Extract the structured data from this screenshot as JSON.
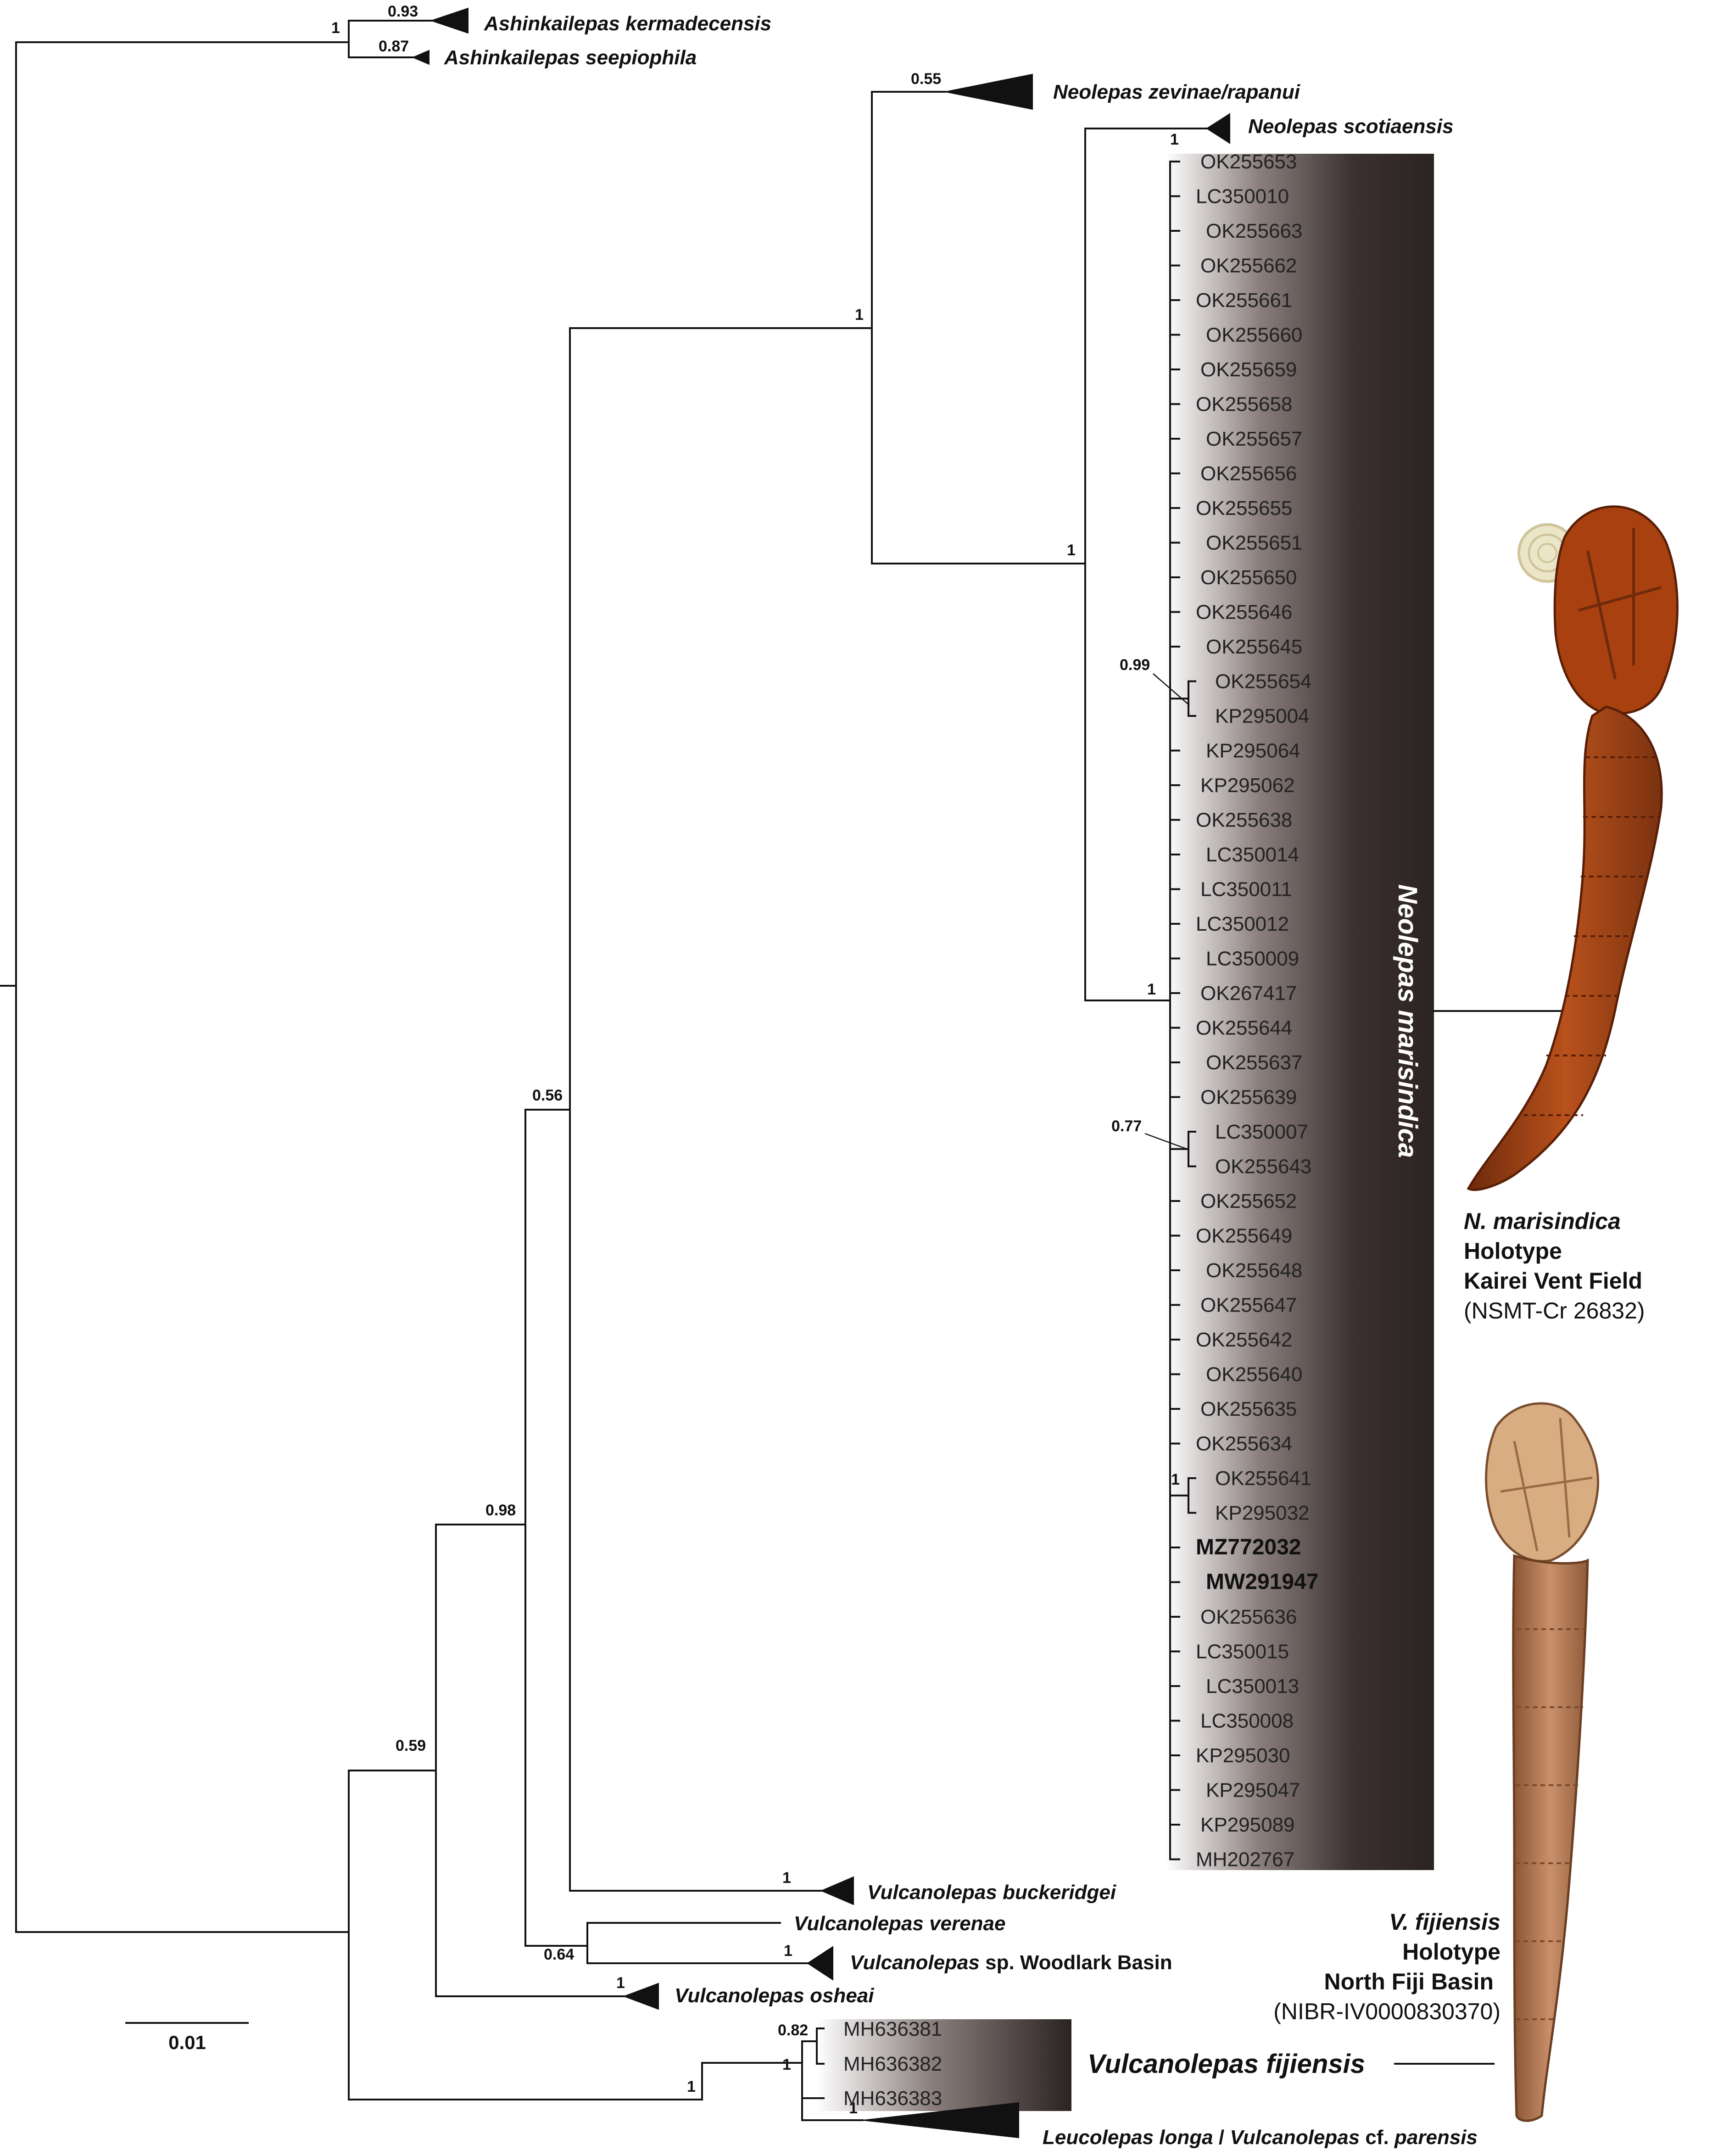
{
  "clades": {
    "kermadecensis": "Ashinkailepas kermadecensis",
    "seepiophila": "Ashinkailepas seepiophila",
    "zevinae": "Neolepas zevinae/rapanui",
    "scotiaensis": "Neolepas scotiaensis",
    "buckeridgei": "Vulcanolepas buckeridgei",
    "verenae": "Vulcanolepas verenae",
    "woodlark_italic": "Vulcanolepas",
    "woodlark_plain": " sp. Woodlark Basin",
    "osheai": "Vulcanolepas osheai",
    "leuco_1": "Leucolepas longa",
    "leuco_2": " / ",
    "leuco_3": "Vulcanolepas",
    "leuco_4": " cf. ",
    "leuco_5": "parensis"
  },
  "support": {
    "ashinkai_root": "1",
    "kermadecensis": "0.93",
    "seepiophila": "0.87",
    "zevinae": "0.55",
    "scotiaensis": "1",
    "neolepas_node": "1",
    "scot_marisindica": "1",
    "marisindica": "1",
    "n099": "0.99",
    "n077": "0.77",
    "n1_pair": "1",
    "n056": "0.56",
    "n098": "0.98",
    "n059": "0.59",
    "n064": "0.64",
    "buckeridgei": "1",
    "woodlark": "1",
    "osheai": "1",
    "fijiensis_node": "1",
    "fijiensis_inner": "1",
    "fijiensis_082": "0.82",
    "leuco": "1"
  },
  "marisindica_tips": [
    "OK255653",
    "LC350010",
    "OK255663",
    "OK255662",
    "OK255661",
    "OK255660",
    "OK255659",
    "OK255658",
    "OK255657",
    "OK255656",
    "OK255655",
    "OK255651",
    "OK255650",
    "OK255646",
    "OK255645",
    "OK255654",
    "KP295004",
    "KP295064",
    "KP295062",
    "OK255638",
    "LC350014",
    "LC350011",
    "LC350012",
    "LC350009",
    "OK267417",
    "OK255644",
    "OK255637",
    "OK255639",
    "LC350007",
    "OK255643",
    "OK255652",
    "OK255649",
    "OK255648",
    "OK255647",
    "OK255642",
    "OK255640",
    "OK255635",
    "OK255634",
    "OK255641",
    "KP295032",
    "MZ772032",
    "MW291947",
    "OK255636",
    "LC350015",
    "LC350013",
    "LC350008",
    "KP295030",
    "KP295047",
    "KP295089",
    "MH202767"
  ],
  "bold_tips": [
    "MZ772032",
    "MW291947"
  ],
  "fijiensis_tips": [
    "MH636381",
    "MH636382",
    "MH636383"
  ],
  "species_labels": {
    "marisindica": "Neolepas marisindica",
    "fijiensis": "Vulcanolepas fijiensis"
  },
  "captions": {
    "marisindica": {
      "name": "N. marisindica",
      "status": "Holotype",
      "locality": "Kairei Vent Field",
      "voucher": "(NSMT-Cr 26832)"
    },
    "fijiensis": {
      "name": "V. fijiensis",
      "status": "Holotype",
      "locality": "North Fiji Basin",
      "voucher": "(NIBR-IV0000830370)"
    }
  },
  "scale_bar": "0.01",
  "colors": {
    "line": "#111111",
    "gradient_dark": "#2b2322",
    "gradient_light": "#ffffff",
    "specimen_1": "#b8511c",
    "specimen_2": "#c07f56"
  },
  "icons": {
    "specimen_1": "stalked-barnacle-photo",
    "specimen_2": "stalked-barnacle-photo"
  }
}
